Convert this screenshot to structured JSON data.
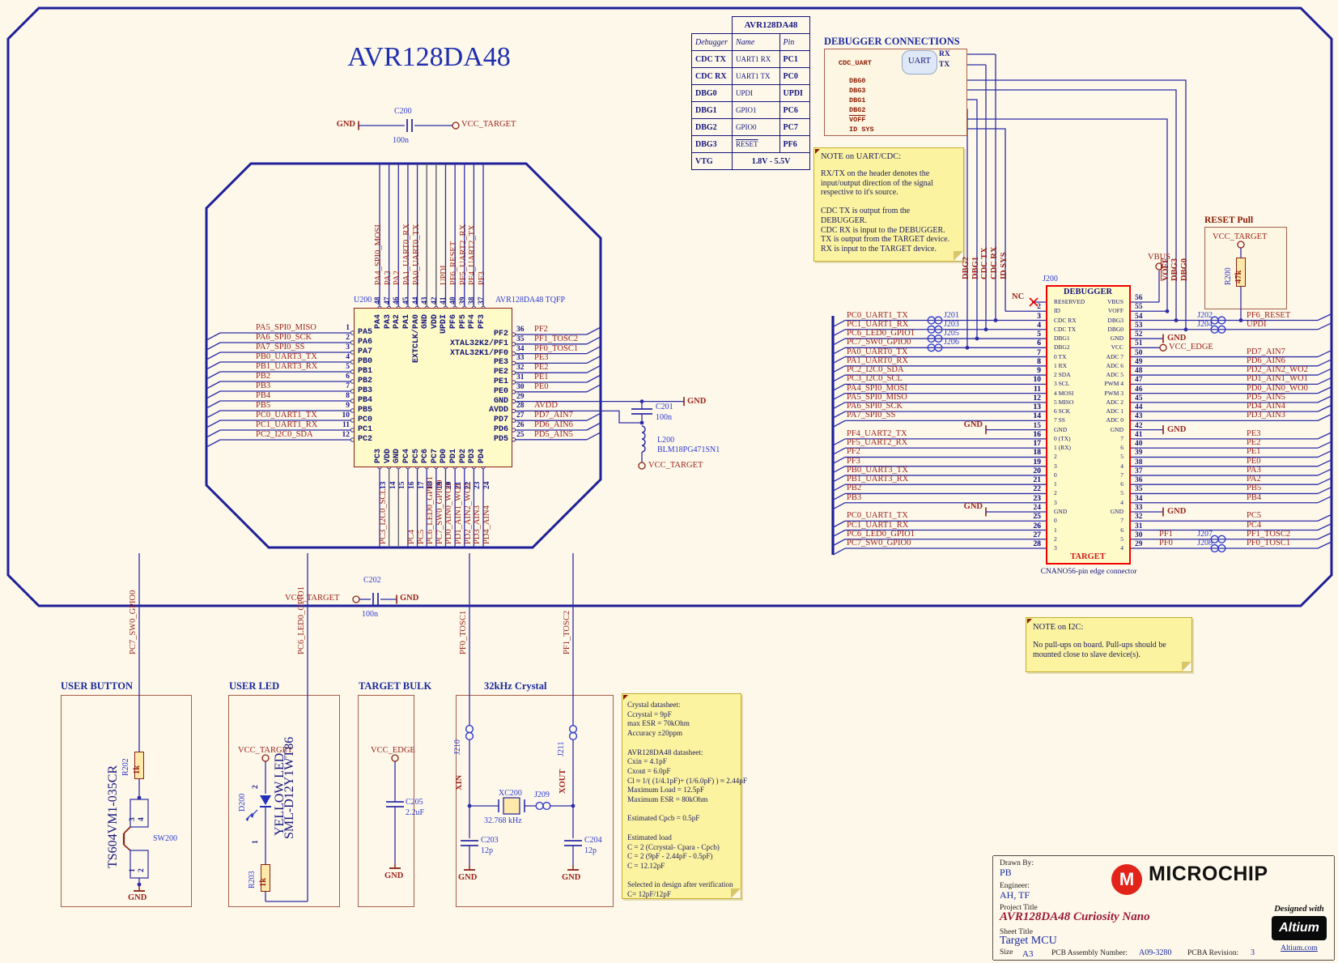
{
  "sheet": {
    "title": "AVR128DA48",
    "mcu_refdes": "U200",
    "mcu_device": "AVR128DA48 TQFP"
  },
  "symbols": {
    "gnd": "GND",
    "vcc_target": "VCC_TARGET",
    "vcc_edge": "VCC_EDGE",
    "avdd": "AVDD",
    "vbus": "VBUS",
    "nc": "NC"
  },
  "pin_table": {
    "title": "AVR128DA48",
    "col_debugger": "Debugger",
    "col_name": "Name",
    "col_pin": "Pin",
    "rows": [
      {
        "debugger": "CDC TX",
        "name": "UART1 RX",
        "pin": "PC1",
        "overline": false
      },
      {
        "debugger": "CDC RX",
        "name": "UART1 TX",
        "pin": "PC0",
        "overline": false
      },
      {
        "debugger": "DBG0",
        "name": "UPDI",
        "pin": "UPDI",
        "overline": false
      },
      {
        "debugger": "DBG1",
        "name": "GPIO1",
        "pin": "PC6",
        "overline": false
      },
      {
        "debugger": "DBG2",
        "name": "GPIO0",
        "pin": "PC7",
        "overline": false
      },
      {
        "debugger": "DBG3",
        "name": "RESET",
        "pin": "PF6",
        "overline": true
      },
      {
        "debugger": "VTG",
        "name": "1.8V - 5.5V",
        "pin": "",
        "overline": false
      }
    ]
  },
  "debugger_connections": {
    "title": "DEBUGGER CONNECTIONS",
    "harness": "CDC_UART",
    "uart": "UART",
    "rx": "RX",
    "tx": "TX",
    "tags": [
      "DBG0",
      "DBG3",
      "DBG1",
      "DBG2",
      "VOFF",
      "ID SYS"
    ]
  },
  "wire_labels": {
    "left_group": [
      "DBG2",
      "DBG1",
      "CDC TX",
      "CDC RX",
      "ID SYS"
    ],
    "right_group": [
      "VOFF",
      "DBG3",
      "DBG0"
    ]
  },
  "note_uart": {
    "title": "NOTE on UART/CDC:",
    "lines": [
      "RX/TX on the header denotes the",
      "input/output direction of the signal",
      "respective to it's source.",
      "",
      "CDC TX is output from the",
      "DEBUGGER.",
      "CDC RX is input to the DEBUGGER.",
      "TX is output from the TARGET device.",
      "RX is input to the TARGET device."
    ]
  },
  "note_i2c": {
    "title": "NOTE on I2C:",
    "lines": [
      "No pull-ups on board. Pull-ups should be",
      "mounted close to slave device(s)."
    ]
  },
  "mcu": {
    "left_pins": [
      {
        "num": "1",
        "name": "PA5",
        "net": "PA5_SPI0_MISO"
      },
      {
        "num": "2",
        "name": "PA6",
        "net": "PA6_SPI0_SCK"
      },
      {
        "num": "3",
        "name": "PA7",
        "net": "PA7_SPI0_SS"
      },
      {
        "num": "4",
        "name": "PB0",
        "net": "PB0_UART3_TX"
      },
      {
        "num": "5",
        "name": "PB1",
        "net": "PB1_UART3_RX"
      },
      {
        "num": "6",
        "name": "PB2",
        "net": "PB2"
      },
      {
        "num": "7",
        "name": "PB3",
        "net": "PB3"
      },
      {
        "num": "8",
        "name": "PB4",
        "net": "PB4"
      },
      {
        "num": "9",
        "name": "PB5",
        "net": "PB5"
      },
      {
        "num": "10",
        "name": "PC0",
        "net": "PC0_UART1_TX"
      },
      {
        "num": "11",
        "name": "PC1",
        "net": "PC1_UART1_RX"
      },
      {
        "num": "12",
        "name": "PC2",
        "net": "PC2_I2C0_SDA"
      }
    ],
    "right_pins": [
      {
        "num": "36",
        "name": "PF2",
        "net": "PF2"
      },
      {
        "num": "35",
        "name": "XTAL32K2/PF1",
        "net": "PF1_TOSC2"
      },
      {
        "num": "34",
        "name": "XTAL32K1/PF0",
        "net": "PF0_TOSC1"
      },
      {
        "num": "33",
        "name": "PE3",
        "net": "PE3"
      },
      {
        "num": "32",
        "name": "PE2",
        "net": "PE2"
      },
      {
        "num": "31",
        "name": "PE1",
        "net": "PE1"
      },
      {
        "num": "30",
        "name": "PE0",
        "net": "PE0"
      },
      {
        "num": "29",
        "name": "GND",
        "net": "",
        "ext": "gnd"
      },
      {
        "num": "28",
        "name": "AVDD",
        "net": "AVDD",
        "ext": "avdd"
      },
      {
        "num": "27",
        "name": "PD7",
        "net": "PD7_AIN7"
      },
      {
        "num": "26",
        "name": "PD6",
        "net": "PD6_AIN6"
      },
      {
        "num": "25",
        "name": "PD5",
        "net": "PD5_AIN5"
      }
    ],
    "top_pins": [
      {
        "num": "48",
        "name": "PA4",
        "net": "PA4_SPI0_MOSI"
      },
      {
        "num": "47",
        "name": "PA3",
        "net": "PA3"
      },
      {
        "num": "46",
        "name": "PA2",
        "net": "PA2"
      },
      {
        "num": "45",
        "name": "PA1",
        "net": "PA1_UART0_RX"
      },
      {
        "num": "44",
        "name": "EXTCLK/PA0",
        "net": "PA0_UART0_TX"
      },
      {
        "num": "43",
        "name": "GND",
        "net": "",
        "power": true
      },
      {
        "num": "42",
        "name": "VDD",
        "net": "",
        "power": true
      },
      {
        "num": "41",
        "name": "UPDI",
        "net": "UPDI"
      },
      {
        "num": "40",
        "name": "PF6",
        "net": "PF6_RESET"
      },
      {
        "num": "39",
        "name": "PF5",
        "net": "PF5_UART2_RX"
      },
      {
        "num": "38",
        "name": "PF4",
        "net": "PF4_UART2_TX"
      },
      {
        "num": "37",
        "name": "PF3",
        "net": "PF3"
      }
    ],
    "bottom_pins": [
      {
        "num": "13",
        "name": "PC3",
        "net": "PC3_I2C0_SCL"
      },
      {
        "num": "14",
        "name": "VDD",
        "net": "",
        "power": true
      },
      {
        "num": "15",
        "name": "GND",
        "net": "",
        "power": true
      },
      {
        "num": "16",
        "name": "PC4",
        "net": "PC4"
      },
      {
        "num": "17",
        "name": "PC5",
        "net": "PC5"
      },
      {
        "num": "18",
        "name": "PC6",
        "net": "PC6_LED0_GPIO1"
      },
      {
        "num": "19",
        "name": "PC7",
        "net": "PC7_SW0_GPIO0"
      },
      {
        "num": "20",
        "name": "PD0",
        "net": "PD0_AIN0_WO0"
      },
      {
        "num": "21",
        "name": "PD1",
        "net": "PD1_AIN1_WO1"
      },
      {
        "num": "22",
        "name": "PD2",
        "net": "PD2_AIN2_WO2"
      },
      {
        "num": "23",
        "name": "PD3",
        "net": "PD3_AIN3"
      },
      {
        "num": "24",
        "name": "PD4",
        "net": "PD4_AIN4"
      }
    ],
    "bottom_runs": [
      "PC7_SW0_GPIO0",
      "PC6_LED0_GPIO1",
      "PF0_TOSC1",
      "PF1_TOSC2"
    ]
  },
  "decoupling": {
    "c200": {
      "refdes": "C200",
      "value": "100n"
    },
    "c201": {
      "refdes": "C201",
      "value": "100n"
    },
    "l200": {
      "refdes": "L200",
      "value": "BLM18PG471SN1"
    },
    "c202": {
      "refdes": "C202",
      "value": "100n"
    }
  },
  "j200": {
    "refdes": "J200",
    "debugger_label": "DEBUGGER",
    "target_label": "TARGET",
    "caption": "CNANO56-pin edge connector",
    "left_rows": [
      {
        "pin": "1",
        "inner": "RESERVED",
        "net": "",
        "type": "nc"
      },
      {
        "pin": "2",
        "inner": "ID",
        "net": "",
        "type": "id"
      },
      {
        "pin": "3",
        "inner": "CDC RX",
        "net": "PC0_UART1_TX",
        "jumper": "J201"
      },
      {
        "pin": "4",
        "inner": "CDC TX",
        "net": "PC1_UART1_RX",
        "jumper": "J203"
      },
      {
        "pin": "5",
        "inner": "DBG1",
        "net": "PC6_LED0_GPIO1",
        "jumper": "J205"
      },
      {
        "pin": "6",
        "inner": "DBG2",
        "net": "PC7_SW0_GPIO0",
        "jumper": "J206"
      },
      {
        "pin": "7",
        "inner": "0 TX",
        "net": "PA0_UART0_TX"
      },
      {
        "pin": "8",
        "inner": "1 RX",
        "net": "PA1_UART0_RX"
      },
      {
        "pin": "9",
        "inner": "2 SDA",
        "net": "PC2_I2C0_SDA"
      },
      {
        "pin": "10",
        "inner": "3 SCL",
        "net": "PC3_I2C0_SCL"
      },
      {
        "pin": "11",
        "inner": "4 MOSI",
        "net": "PA4_SPI0_MOSI"
      },
      {
        "pin": "12",
        "inner": "5 MISO",
        "net": "PA5_SPI0_MISO"
      },
      {
        "pin": "13",
        "inner": "6 SCK",
        "net": "PA6_SPI0_SCK"
      },
      {
        "pin": "14",
        "inner": "7 SS",
        "net": "PA7_SPI0_SS"
      },
      {
        "pin": "15",
        "inner": "GND",
        "net": "GND",
        "type": "gnd"
      },
      {
        "pin": "16",
        "inner": "0 (TX)",
        "net": "PF4_UART2_TX"
      },
      {
        "pin": "17",
        "inner": "1 (RX)",
        "net": "PF5_UART2_RX"
      },
      {
        "pin": "18",
        "inner": "2",
        "net": "PF2"
      },
      {
        "pin": "19",
        "inner": "3",
        "net": "PF3"
      },
      {
        "pin": "20",
        "inner": "0",
        "net": "PB0_UART3_TX"
      },
      {
        "pin": "21",
        "inner": "1",
        "net": "PB1_UART3_RX"
      },
      {
        "pin": "22",
        "inner": "2",
        "net": "PB2"
      },
      {
        "pin": "23",
        "inner": "3",
        "net": "PB3"
      },
      {
        "pin": "24",
        "inner": "GND",
        "net": "GND",
        "type": "gnd"
      },
      {
        "pin": "25",
        "inner": "0",
        "net": "PC0_UART1_TX"
      },
      {
        "pin": "26",
        "inner": "1",
        "net": "PC1_UART1_RX"
      },
      {
        "pin": "27",
        "inner": "2",
        "net": "PC6_LED0_GPIO1"
      },
      {
        "pin": "28",
        "inner": "3",
        "net": "PC7_SW0_GPIO0"
      }
    ],
    "right_rows": [
      {
        "pin": "56",
        "inner": "VBUS",
        "net": "VBUS",
        "type": "vbus"
      },
      {
        "pin": "55",
        "inner": "VOFF",
        "net": "",
        "type": "voff"
      },
      {
        "pin": "54",
        "inner": "DBG3",
        "net": "PF6_RESET",
        "jumper": "J202"
      },
      {
        "pin": "53",
        "inner": "DBG0",
        "net": "UPDI",
        "jumper": "J204"
      },
      {
        "pin": "52",
        "inner": "GND",
        "net": "GND",
        "type": "gnd"
      },
      {
        "pin": "51",
        "inner": "VCC",
        "net": "VCC_EDGE",
        "type": "port"
      },
      {
        "pin": "50",
        "inner": "ADC 7",
        "net": "PD7_AIN7"
      },
      {
        "pin": "49",
        "inner": "ADC 6",
        "net": "PD6_AIN6"
      },
      {
        "pin": "48",
        "inner": "ADC 5",
        "net": "PD2_AIN2_WO2"
      },
      {
        "pin": "47",
        "inner": "PWM 4",
        "net": "PD1_AIN1_WO1"
      },
      {
        "pin": "46",
        "inner": "PWM 3",
        "net": "PD0_AIN0_WO0"
      },
      {
        "pin": "45",
        "inner": "ADC 2",
        "net": "PD5_AIN5"
      },
      {
        "pin": "44",
        "inner": "ADC 1",
        "net": "PD4_AIN4"
      },
      {
        "pin": "43",
        "inner": "ADC 0",
        "net": "PD3_AIN3"
      },
      {
        "pin": "42",
        "inner": "GND",
        "net": "GND",
        "type": "gnd"
      },
      {
        "pin": "41",
        "inner": "7",
        "net": "PE3"
      },
      {
        "pin": "40",
        "inner": "6",
        "net": "PE2"
      },
      {
        "pin": "39",
        "inner": "5",
        "net": "PE1"
      },
      {
        "pin": "38",
        "inner": "4",
        "net": "PE0"
      },
      {
        "pin": "37",
        "inner": "7",
        "net": "PA3"
      },
      {
        "pin": "36",
        "inner": "6",
        "net": "PA2"
      },
      {
        "pin": "35",
        "inner": "5",
        "net": "PB5"
      },
      {
        "pin": "34",
        "inner": "4",
        "net": "PB4"
      },
      {
        "pin": "33",
        "inner": "GND",
        "net": "GND",
        "type": "gnd"
      },
      {
        "pin": "32",
        "inner": "7",
        "net": "PC5"
      },
      {
        "pin": "31",
        "inner": "6",
        "net": "PC4"
      },
      {
        "pin": "30",
        "inner": "5",
        "net": "PF1_TOSC2",
        "jumper": "J207",
        "pre": "PF1"
      },
      {
        "pin": "29",
        "inner": "4",
        "net": "PF0_TOSC1",
        "jumper": "J208",
        "pre": "PF0"
      }
    ]
  },
  "reset_pull": {
    "title": "RESET Pull",
    "port": "VCC_TARGET",
    "refdes": "R200",
    "value": "47k"
  },
  "user_button": {
    "title": "USER BUTTON",
    "resistor": "R202",
    "resistor_value": "1k",
    "switch": "SW200",
    "switch_part": "TS604VM1-035CR",
    "pins": [
      "3",
      "4",
      "1",
      "2"
    ],
    "gnd": "GND"
  },
  "user_led": {
    "title": "USER LED",
    "port": "VCC_TARGET",
    "diode": "D200",
    "pin_top": "2",
    "pin_bottom": "1",
    "led_type": "YELLOW LED",
    "led_part": "SML-D12Y1WT86",
    "resistor": "R203",
    "resistor_value": "1k"
  },
  "target_bulk": {
    "title": "TARGET BULK",
    "port": "VCC_EDGE",
    "cap": "C205",
    "value": "2.2uF",
    "gnd": "GND"
  },
  "crystal": {
    "title": "32kHz Crystal",
    "j_left": "J210",
    "j_right": "J211",
    "xin": "XIN",
    "xout": "XOUT",
    "xtal": "XC200",
    "freq": "32.768 kHz",
    "j_series": "J209",
    "cap_left": "C203",
    "cap_left_value": "12p",
    "cap_right": "C204",
    "cap_right_value": "12p",
    "gnd": "GND"
  },
  "crystal_note": {
    "lines": [
      "Crystal datasheet:",
      "Ccrystal = 9pF",
      "max ESR = 70kOhm",
      "Accuracy ±20ppm",
      "",
      "AVR128DA48 datasheet:",
      "Cxin = 4.1pF",
      "Cxout = 6.0pF",
      "Cl ≈ 1/( (1/4.1pF)+ (1/6.0pF) ) ≈ 2.44pF",
      "Maximum Load = 12.5pF",
      "Maximum ESR = 80kOhm",
      "",
      "Estimated Cpcb = 0.5pF",
      "",
      "Estimated load",
      "C = 2 (Ccrystal- Cpara - Cpcb)",
      "C = 2 (9pF - 2.44pF - 0.5pF)",
      "C = 12.12pF",
      "",
      "Selected in design after verification",
      "C= 12pF/12pF"
    ]
  },
  "title_block": {
    "drawn_by_label": "Drawn By:",
    "drawn_by": "PB",
    "engineer_label": "Engineer:",
    "engineer": "AH, TF",
    "project_label": "Project Title",
    "project": "AVR128DA48 Curiosity Nano",
    "sheet_label": "Sheet Title",
    "sheet": "Target MCU",
    "size_label": "Size",
    "size": "A3",
    "assembly_label": "PCB Assembly Number:",
    "assembly": "A09-3280",
    "revision_label": "PCBA Revision:",
    "revision": "3",
    "brand": "MICROCHIP",
    "designed_with": "Designed with",
    "altium": "Altium",
    "altium_site": "Altium.com"
  }
}
